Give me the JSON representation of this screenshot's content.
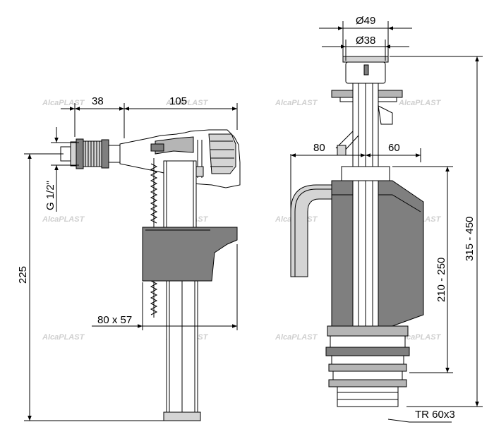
{
  "watermark": "AlcaPLAST",
  "dimensions": {
    "d49": "Ø49",
    "d38": "Ø38",
    "w38": "38",
    "w105": "105",
    "thread": "G 1/2\"",
    "h225": "225",
    "box": "80 x 57",
    "w80": "80",
    "w60": "60",
    "h210_250": "210 - 250",
    "h315_450": "315 - 450",
    "tr": "TR 60x3"
  }
}
